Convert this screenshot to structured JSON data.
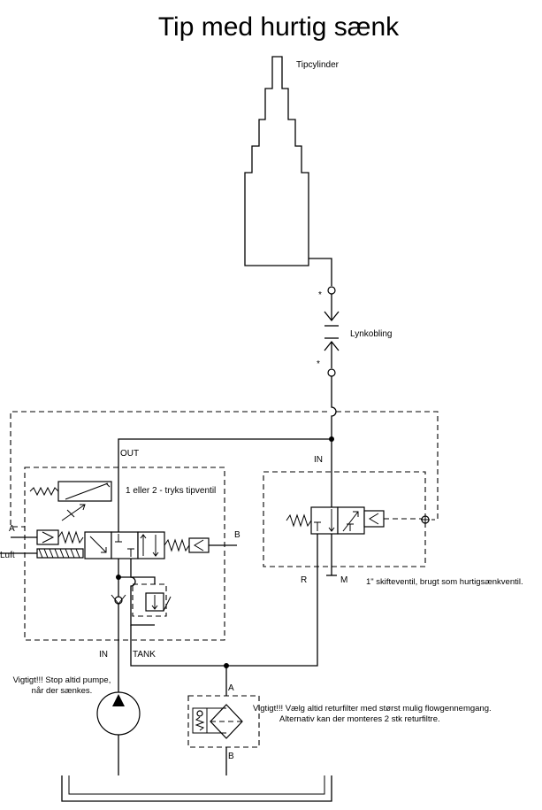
{
  "title": "Tip med hurtig sænk",
  "labels": {
    "tipcylinder": "Tipcylinder",
    "star_top": "*",
    "lynkobling": "Lynkobling",
    "star_bottom": "*",
    "out": "OUT",
    "in_right": "IN",
    "valve_desc": "1 eller 2 - tryks tipventil",
    "port_a": "A",
    "port_b": "B",
    "luft": "Luft",
    "port_r": "R",
    "port_m": "M",
    "switch_desc": "1\" skifteventil, brugt som hurtigsænkventil.",
    "in_left": "IN",
    "tank": "TANK",
    "pump_warning_1": "Vigtigt!!! Stop altid pumpe,",
    "pump_warning_2": "når der sænkes.",
    "filter_port_a": "A",
    "filter_port_b": "B",
    "filter_warning_1": "Vigtigt!!! Vælg altid returfilter med størst mulig flowgennemgang.",
    "filter_warning_2": "Alternativ kan der monteres 2 stk returfiltre."
  }
}
